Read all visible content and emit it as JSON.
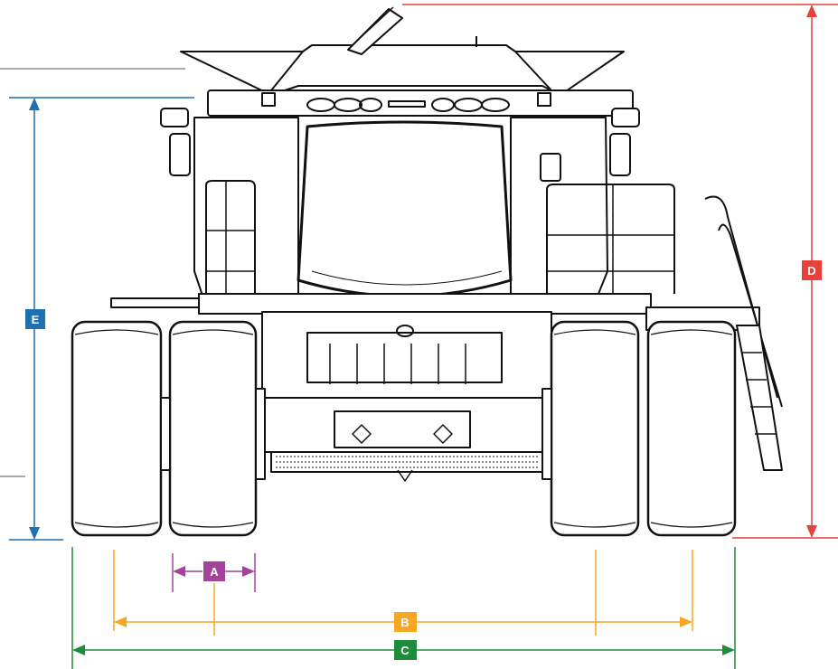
{
  "dimensions": {
    "A": {
      "label": "A",
      "color": "#a3449a"
    },
    "B": {
      "label": "B",
      "color": "#f5a623"
    },
    "C": {
      "label": "C",
      "color": "#1e8c3a"
    },
    "D": {
      "label": "D",
      "color": "#e8413c"
    },
    "E": {
      "label": "E",
      "color": "#1f6fb3"
    }
  },
  "drawing": {
    "stroke_color": "#111111"
  }
}
